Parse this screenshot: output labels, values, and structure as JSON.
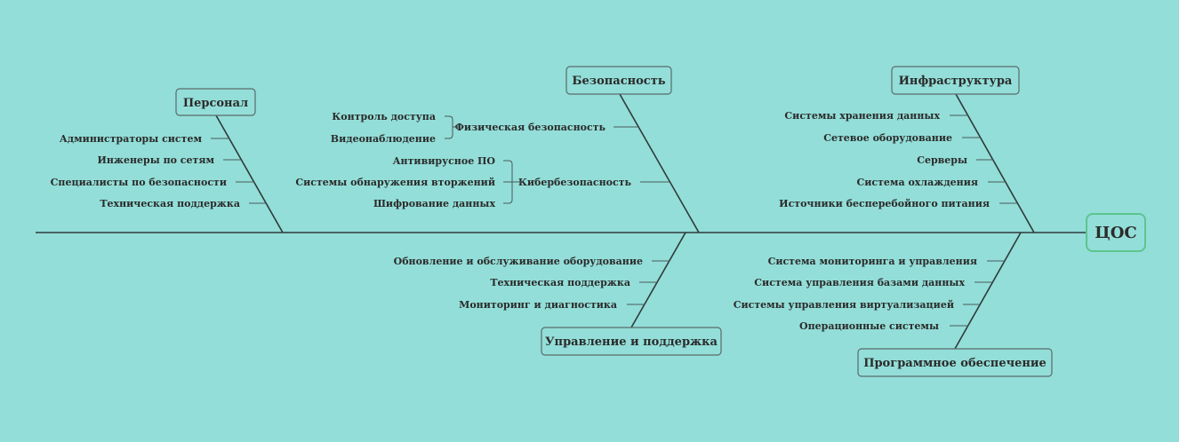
{
  "root": {
    "label": "ЦОС",
    "border_color": "#5cc58e"
  },
  "background_color": "#93ded8",
  "branches": {
    "personnel": {
      "label": "Персонал",
      "items": [
        "Администраторы систем",
        "Инженеры по сетям",
        "Специалисты по безопасности",
        "Техническая поддержка"
      ]
    },
    "security": {
      "label": "Безопасность",
      "groups": [
        {
          "label": "Физическая безопасность",
          "items": [
            "Контроль доступа",
            "Видеонаблюдение"
          ]
        },
        {
          "label": "Кибербезопасность",
          "items": [
            "Антивирусное ПО",
            "Системы обнаружения вторжений",
            "Шифрование данных"
          ]
        }
      ]
    },
    "infrastructure": {
      "label": "Инфраструктура",
      "items": [
        "Системы хранения данных",
        "Сетевое оборудование",
        "Серверы",
        "Система охлаждения",
        "Источники бесперебойного питания"
      ]
    },
    "management": {
      "label": "Управление и поддержка",
      "items": [
        "Обновление и обслуживание оборудование",
        "Техническая поддержка",
        "Мониторинг и диагностика"
      ]
    },
    "software": {
      "label": "Программное обеспечение",
      "items": [
        "Система мониторинга и управления",
        "Система управления базами данных",
        "Системы управления виртуализацией",
        "Операционные системы"
      ]
    }
  }
}
